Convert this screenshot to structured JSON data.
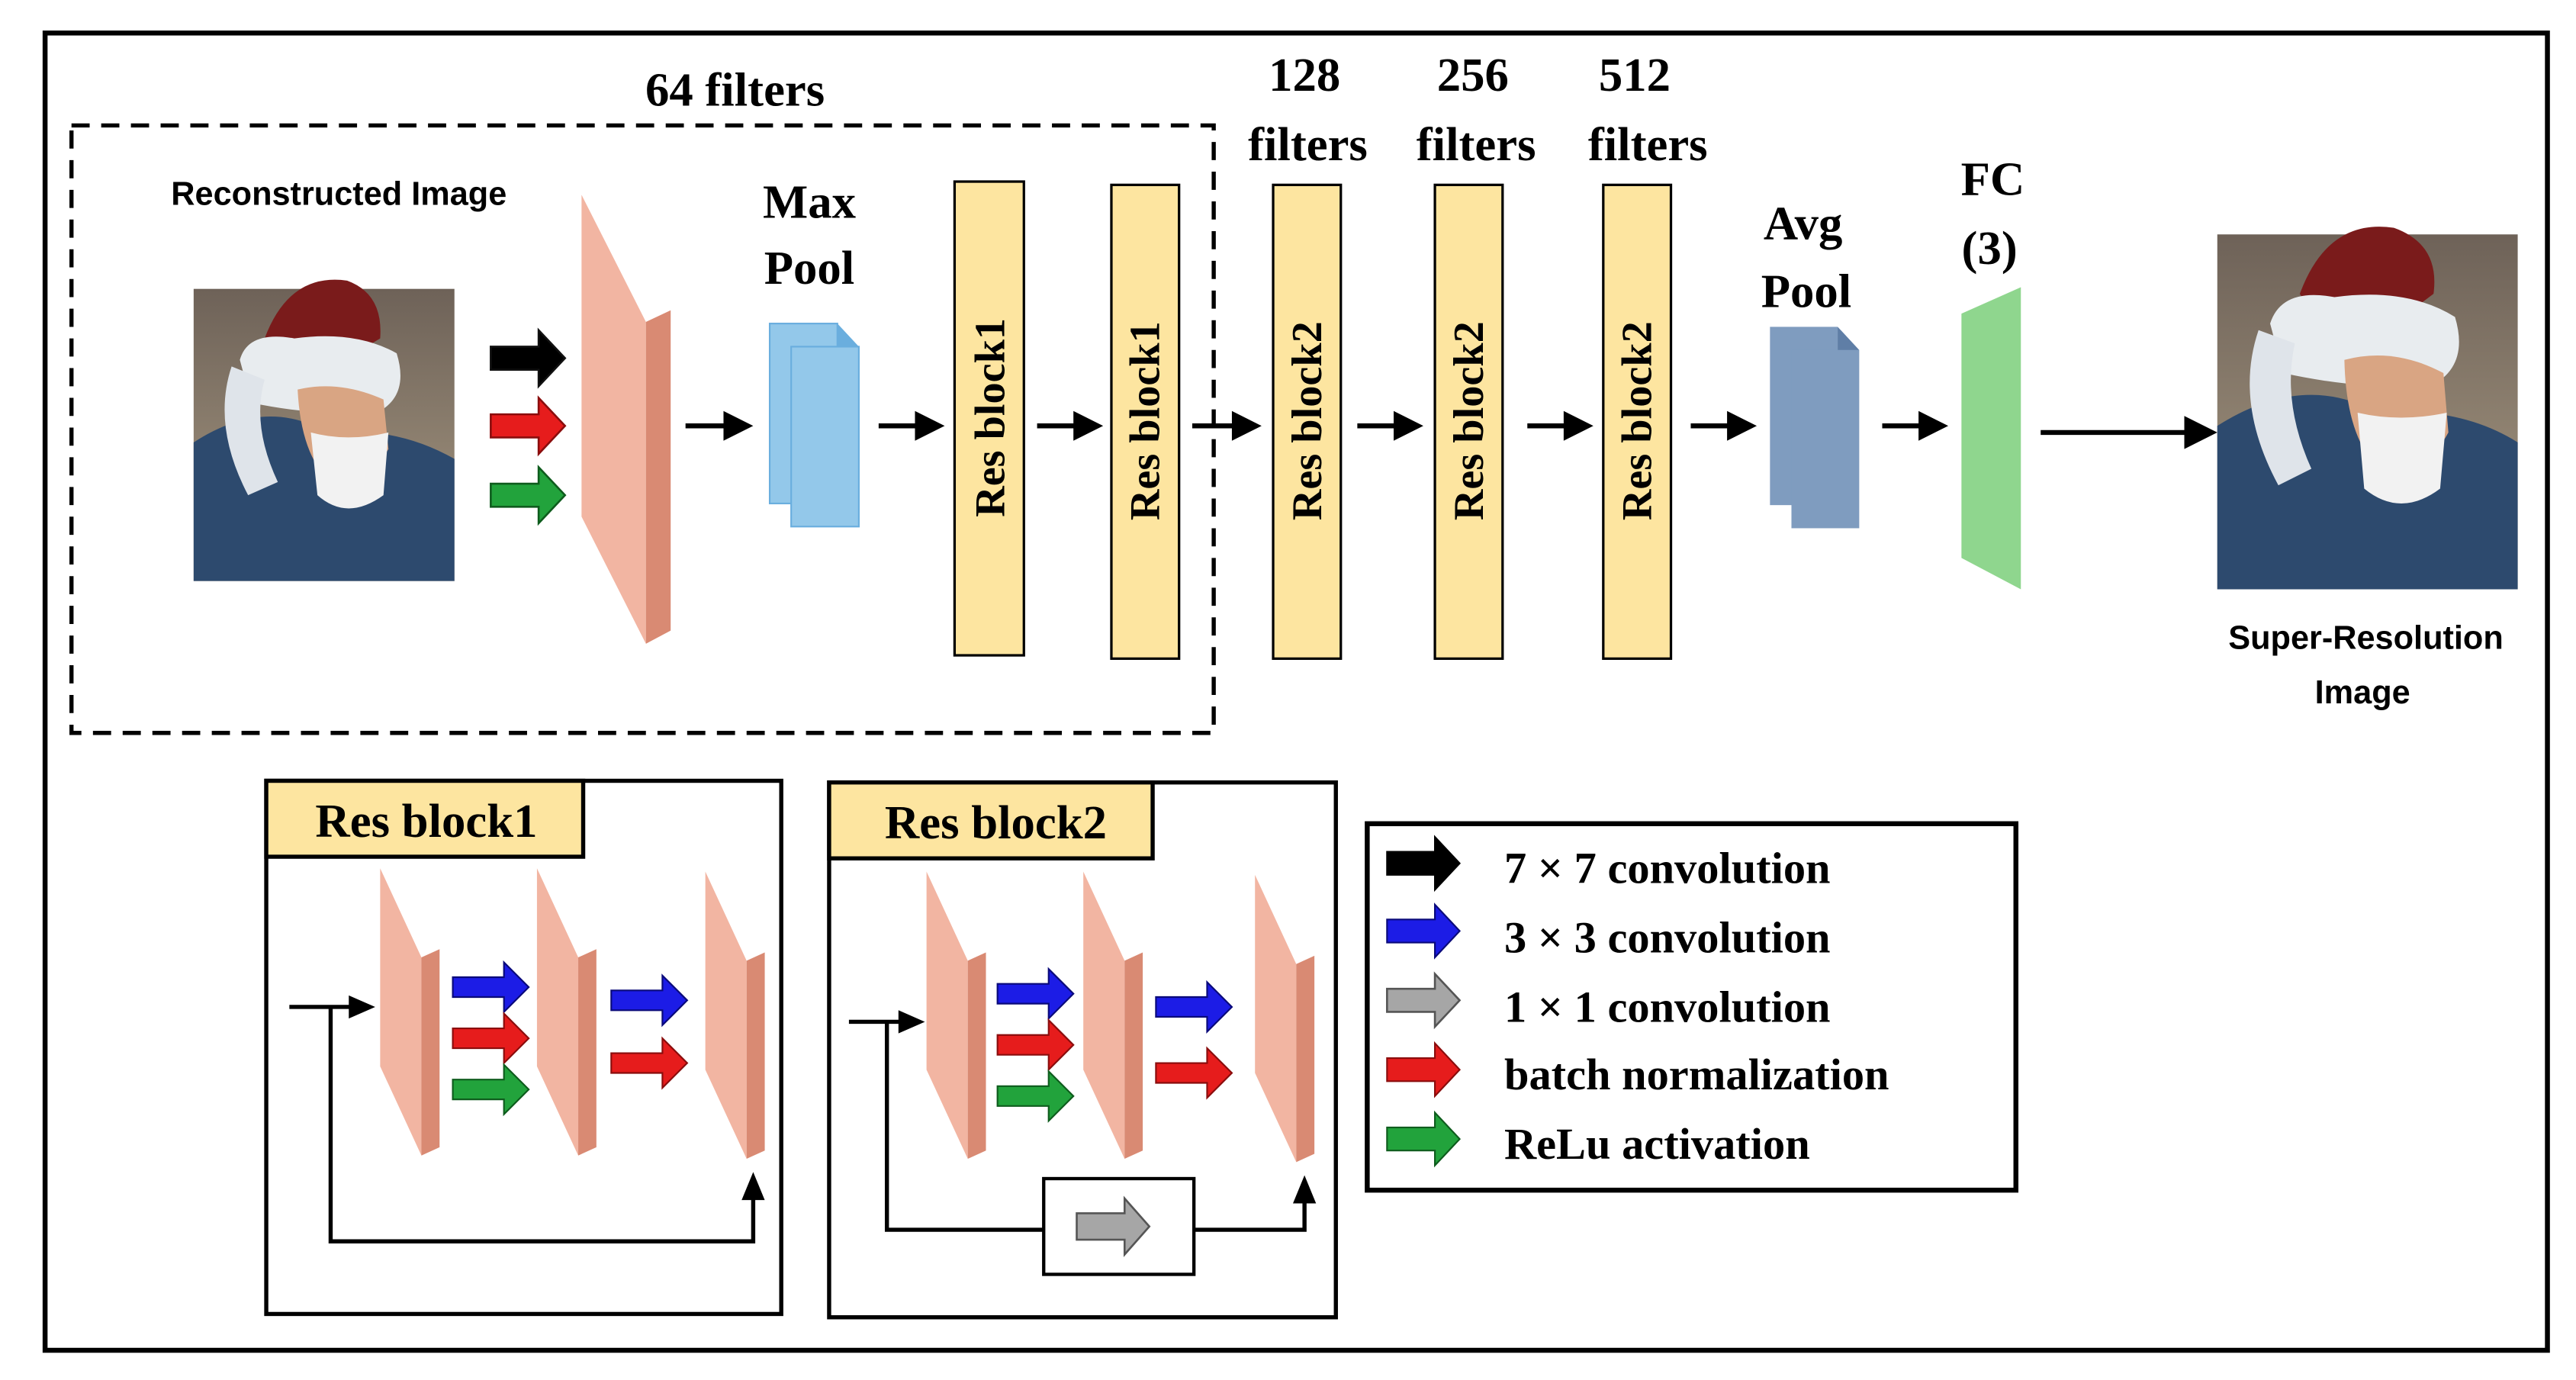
{
  "colors": {
    "layer_front": "#f2b5a2",
    "layer_side": "#d98a73",
    "res_block": "#fde5a0",
    "max_pool": "#93c8ea",
    "avg_pool": "#7f9cbf",
    "fc": "#8fd68e",
    "arrow_black": "#000000",
    "arrow_blue": "#1c1ce6",
    "arrow_gray": "#a6a6a6",
    "arrow_red": "#e61c1c",
    "arrow_green": "#22a33c"
  },
  "pipeline": {
    "input_label": "Reconstructed Image",
    "group_label": "64 filters",
    "max_pool_label": [
      "Max",
      "Pool"
    ],
    "blocks": [
      "Res block1",
      "Res block1",
      "Res block2",
      "Res block2",
      "Res block2"
    ],
    "filters": [
      {
        "count": "128",
        "word": "filters"
      },
      {
        "count": "256",
        "word": "filters"
      },
      {
        "count": "512",
        "word": "filters"
      }
    ],
    "avg_pool_label": [
      "Avg",
      "Pool"
    ],
    "fc_label": [
      "FC",
      "(3)"
    ],
    "output_label": [
      "Super-Resolution",
      "Image"
    ]
  },
  "insets": {
    "res_block1_title": "Res block1",
    "res_block2_title": "Res block2"
  },
  "legend": {
    "items": [
      {
        "icon": "black-arrow-icon",
        "label": "7 × 7 convolution"
      },
      {
        "icon": "blue-arrow-icon",
        "label": "3 × 3 convolution"
      },
      {
        "icon": "gray-arrow-icon",
        "label": "1 × 1 convolution"
      },
      {
        "icon": "red-arrow-icon",
        "label": "batch normalization"
      },
      {
        "icon": "green-arrow-icon",
        "label": "ReLu activation"
      }
    ]
  }
}
